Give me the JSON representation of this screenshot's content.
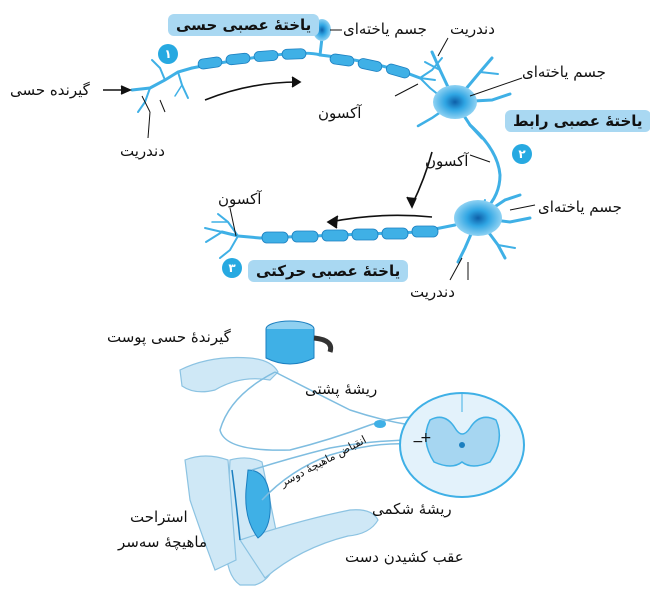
{
  "neurons": {
    "sensory": {
      "title": "یاختهٔ عصبی حسی",
      "number": "۱",
      "labels": {
        "receptor": "گیرنده حسی",
        "dendrite": "دندریت",
        "cell_body": "جسم یاخته‌ای",
        "axon": "آکسون"
      }
    },
    "interneuron": {
      "title": "یاختهٔ عصبی رابط",
      "number": "۲",
      "labels": {
        "dendrite": "دندریت",
        "cell_body": "جسم یاخته‌ای",
        "axon": "آکسون"
      }
    },
    "motor": {
      "title": "یاختهٔ عصبی حرکتی",
      "number": "۳",
      "labels": {
        "axon": "آکسون",
        "cell_body": "جسم یاخته‌ای",
        "dendrite": "دندریت"
      }
    }
  },
  "reflex": {
    "skin_receptor": "گیرندهٔ حسی پوست",
    "dorsal_root": "ریشهٔ پشتی",
    "ventral_root": "ریشهٔ شکمی",
    "biceps_contraction": "انقباض ماهیچهٔ دوسر",
    "triceps_relax_line1": "استراحت",
    "triceps_relax_line2": "ماهیچهٔ سه‌سر",
    "withdraw": "عقب کشیدن دست",
    "plus": "+",
    "minus": "−"
  },
  "colors": {
    "neuron": "#3fb0e6",
    "neuron_dark": "#1b7fc0",
    "tag_bg": "#a9d8f2",
    "badge": "#27a9e1",
    "arm": "#cfe8f6"
  }
}
